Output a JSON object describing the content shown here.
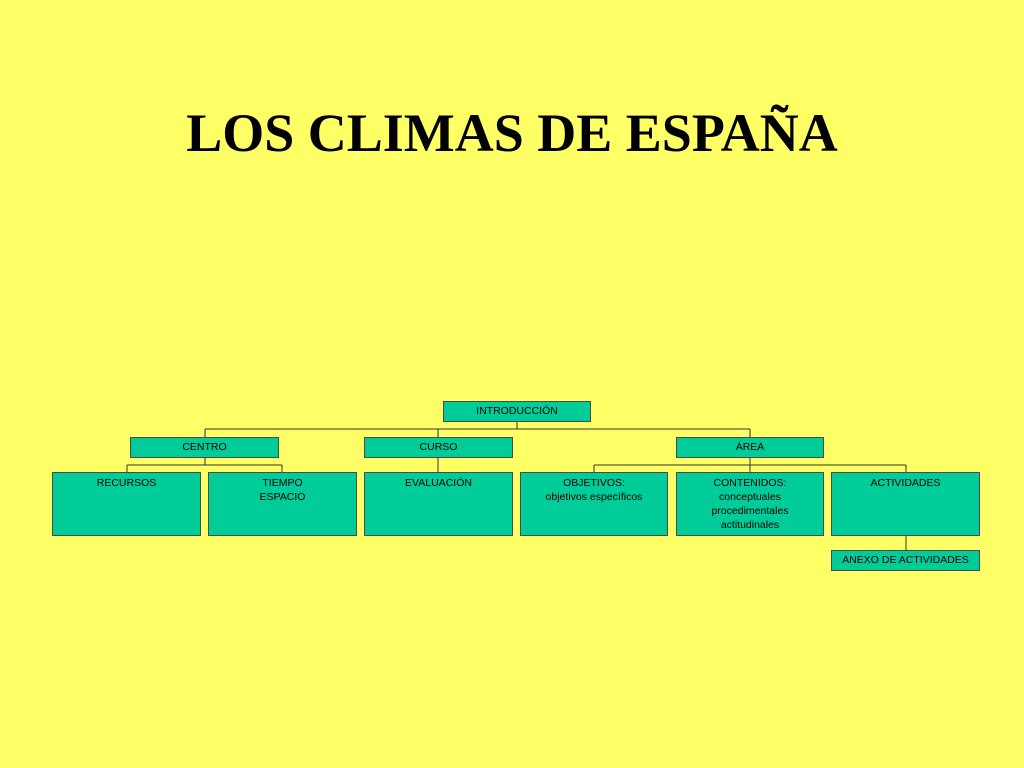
{
  "slide": {
    "title": "LOS CLIMAS DE ESPAÑA",
    "background_color": "#FFFF66",
    "box_color": "#00CC99"
  },
  "diagram": {
    "root": {
      "label": "INTRODUCCIÓN"
    },
    "level1": [
      {
        "label": "CENTRO"
      },
      {
        "label": "CURSO"
      },
      {
        "label": "ÁREA"
      }
    ],
    "level2": [
      {
        "lines": [
          "RECURSOS"
        ]
      },
      {
        "lines": [
          "TIEMPO",
          "ESPACIO"
        ]
      },
      {
        "lines": [
          "EVALUACIÓN"
        ]
      },
      {
        "lines": [
          "OBJETIVOS:",
          "objetivos específicos"
        ]
      },
      {
        "lines": [
          "CONTENIDOS:",
          "conceptuales",
          "procedimentales",
          "actitudinales"
        ]
      },
      {
        "lines": [
          "ACTIVIDADES"
        ]
      }
    ],
    "annex": {
      "label": "ANEXO DE ACTIVIDADES"
    }
  }
}
